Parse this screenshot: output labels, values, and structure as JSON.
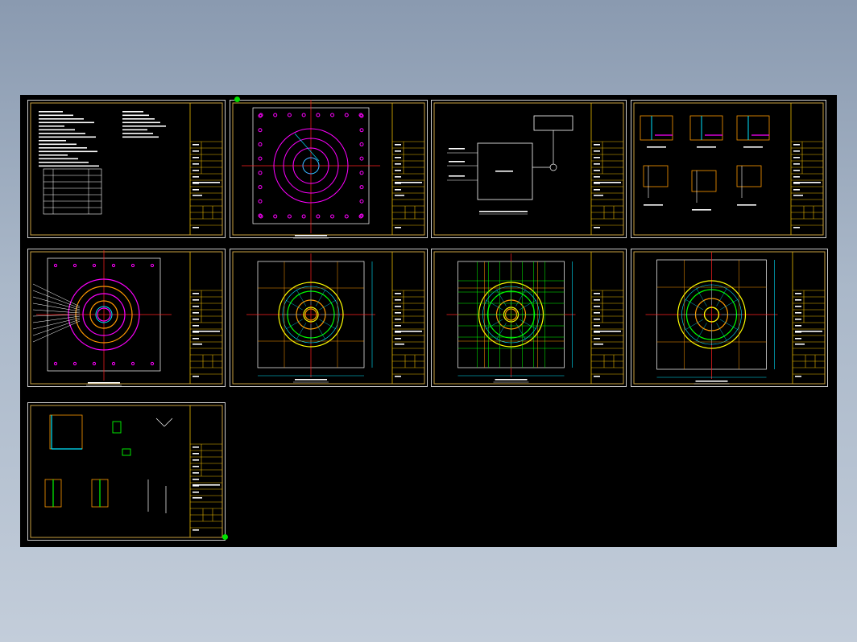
{
  "viewport": {
    "name": "Model space",
    "background": "#000000"
  },
  "colors": {
    "frame": "#c8a040",
    "border": "#ffffff",
    "titleblock": "#e8b800",
    "cyan": "#00e5ff",
    "magenta": "#ff00ff",
    "green": "#00ff00",
    "red": "#ff2020",
    "yellow": "#ffff00",
    "orange": "#ff9900",
    "text": "#ffffff"
  },
  "sheets": [
    {
      "id": "notes",
      "kind": "notes"
    },
    {
      "id": "bolt-plan",
      "kind": "plan"
    },
    {
      "id": "wiring-diagram",
      "kind": "block"
    },
    {
      "id": "section-details",
      "kind": "details"
    },
    {
      "id": "foundation-plan",
      "kind": "plan"
    },
    {
      "id": "reinforcement-plan-a",
      "kind": "plan"
    },
    {
      "id": "reinforcement-plan-b",
      "kind": "plan"
    },
    {
      "id": "reinforcement-plan-c",
      "kind": "plan"
    },
    {
      "id": "rebar-details",
      "kind": "details"
    }
  ],
  "grips": [
    {
      "id": "grip-top-left"
    },
    {
      "id": "grip-bottom-right"
    }
  ]
}
